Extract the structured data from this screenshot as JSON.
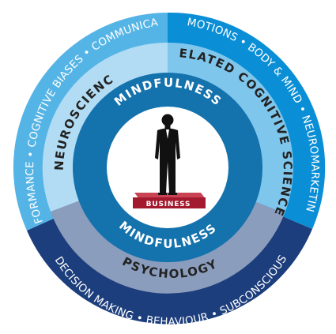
{
  "outer_ring": {
    "left_arc": "PERFORMANCE • COGNITIVE BIASES • COMMUNICATION",
    "right_arc": "EMOTIONS • BODY & MIND • NEUROMARKETING",
    "bottom_arc": "DECISION MAKING • BEHAVIOUR • SUBCONSCIOUS"
  },
  "middle_ring": {
    "left_label": "NEUROSCIENCE",
    "right_label": "RELATED COGNITIVE SCIENCES",
    "bottom_label": "PSYCHOLOGY"
  },
  "inner_ring": {
    "top_label": "MINDFULNESS",
    "bottom_label": "MINDFULNESS"
  },
  "center": {
    "pedestal_label": "BUSINESS"
  },
  "colors": {
    "outer_left": "#55b4e6",
    "outer_right": "#0a8fd6",
    "outer_bottom": "#1d3e7c",
    "middle_left": "#b2dcf4",
    "middle_right": "#7fc6ec",
    "middle_bottom": "#8a9dbd",
    "inner_ring": "#1472ad",
    "center": "#ffffff",
    "pedestal": "#a3192d",
    "figure": "#111111"
  }
}
